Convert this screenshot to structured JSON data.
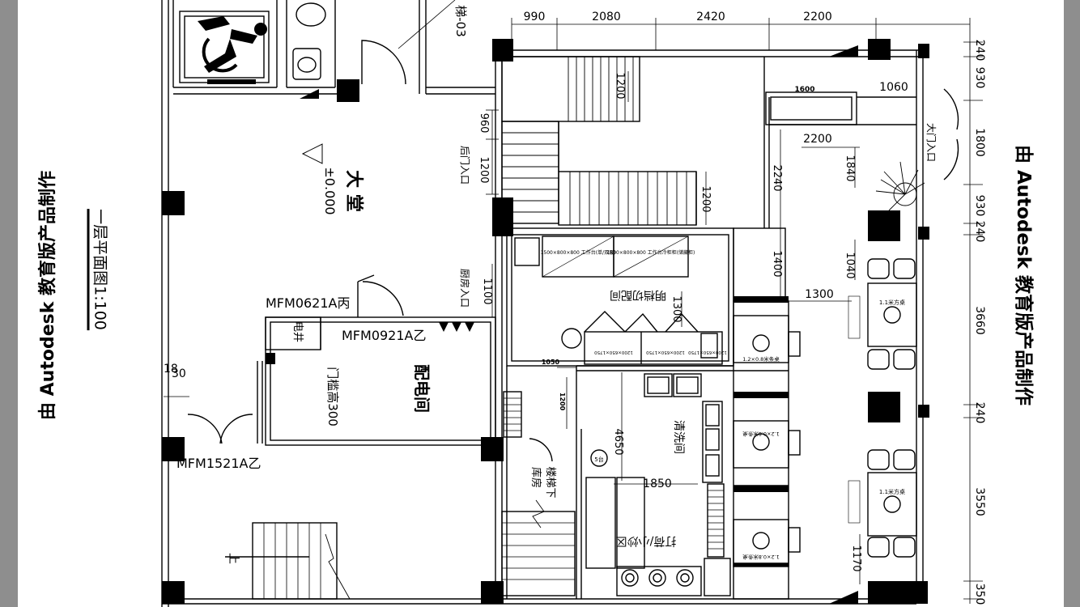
{
  "watermark": "由 Autodesk 教育版产品制作",
  "sheet_title": "一层平面图1:100",
  "rooms": {
    "hall": "大 堂",
    "hall_level": "±0.000",
    "power_room": "配电间",
    "dish_room": "明档切配间",
    "wash_room": "清洗间",
    "cook_area": "打荷/小炒区",
    "storage": "库房",
    "stair_down": "楼梯下",
    "kitchen_entrance": "厨房入口",
    "back_entrance": "后门入口",
    "main_entrance": "大门入口",
    "duct": "电井"
  },
  "labels": {
    "door_mfm0621": "MFM0621A丙",
    "door_mfm0921": "MFM0921A乙",
    "door_mfm1521": "MFM1521A乙",
    "threshold_note": "门槛高300",
    "stair_up": "上",
    "stair_ref": "梯-03",
    "cook_stove": "5台",
    "table_label_1": "1.1米方桌",
    "table_label_2": "1.1米方桌",
    "booth_1": "1.2×0.8米条桌",
    "booth_2": "1.2×0.8米条桌",
    "booth_3": "1.2×0.8米条桌",
    "workbench_1": "1500×800×800 工作台(单/双层)",
    "workbench_2": "1800×800×800 工作台冷柜柜(储藏柜)",
    "counter_1": "1200×650×1750",
    "counter_2": "1200×650×1750",
    "counter_3": "1200×650×1750"
  },
  "dimensions": {
    "top": [
      "990",
      "2080",
      "2420",
      "2200"
    ],
    "right": [
      "240",
      "930",
      "1800",
      "930",
      "240",
      "3660",
      "240",
      "3550",
      "350"
    ],
    "stair_1200_a": "1200",
    "stair_1200_b": "1200",
    "dim_960": "960",
    "dim_1200_door": "1200",
    "dim_1100": "1100",
    "dim_1600": "1600",
    "dim_1060": "1060",
    "dim_2200_mid": "2200",
    "dim_2240": "2240",
    "dim_1840": "1840",
    "dim_1400": "1400",
    "dim_1040": "1040",
    "dim_1300_a": "1300",
    "dim_1300_b": "1300",
    "dim_1050": "1050",
    "dim_1200_small": "1200",
    "dim_4650": "4650",
    "dim_1850": "1850",
    "dim_1170": "1170",
    "dim_18": "18",
    "dim_30": "30"
  }
}
